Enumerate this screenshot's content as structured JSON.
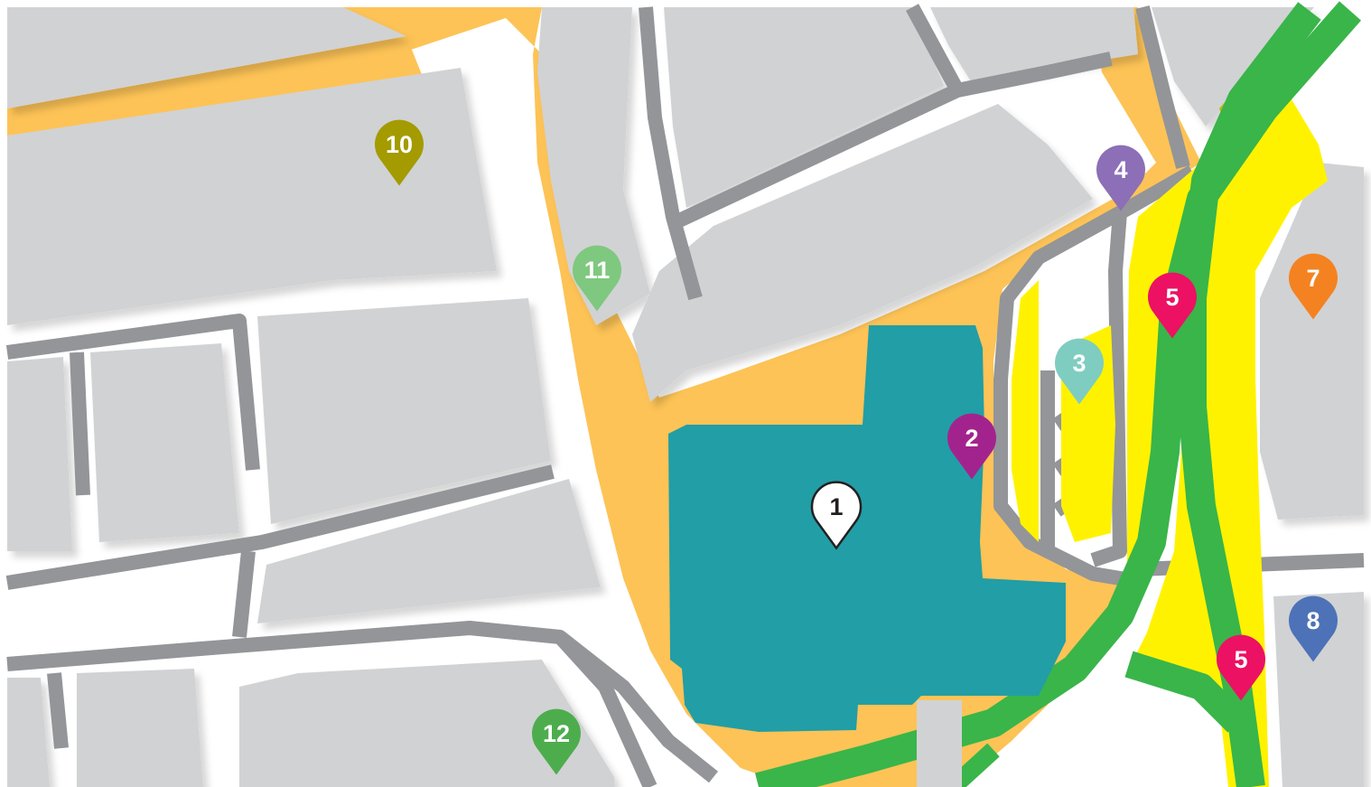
{
  "map": {
    "colors": {
      "background": "#ffffff",
      "building": "#d1d2d4",
      "pedestrian": "#fdc356",
      "road": "#939598",
      "venue": "#229ea6",
      "green_route": "#39b54a",
      "yellow_zone": "#fff200",
      "olive_zone": "#c2b511"
    },
    "markers": [
      {
        "label": "1",
        "color": "#ffffff",
        "text_color": "#231f20",
        "outlined": true
      },
      {
        "label": "2",
        "color": "#a3238e",
        "text_color": "#ffffff"
      },
      {
        "label": "3",
        "color": "#7ecdc0",
        "text_color": "#ffffff"
      },
      {
        "label": "4",
        "color": "#8c6fb7",
        "text_color": "#ffffff"
      },
      {
        "label": "5",
        "color": "#ec1163",
        "text_color": "#ffffff"
      },
      {
        "label": "5",
        "color": "#ec1163",
        "text_color": "#ffffff"
      },
      {
        "label": "7",
        "color": "#f48221",
        "text_color": "#ffffff"
      },
      {
        "label": "8",
        "color": "#4d72b8",
        "text_color": "#ffffff"
      },
      {
        "label": "10",
        "color": "#a49b00",
        "text_color": "#ffffff"
      },
      {
        "label": "11",
        "color": "#7fc87f",
        "text_color": "#ffffff"
      },
      {
        "label": "12",
        "color": "#4dad4d",
        "text_color": "#ffffff"
      }
    ]
  }
}
